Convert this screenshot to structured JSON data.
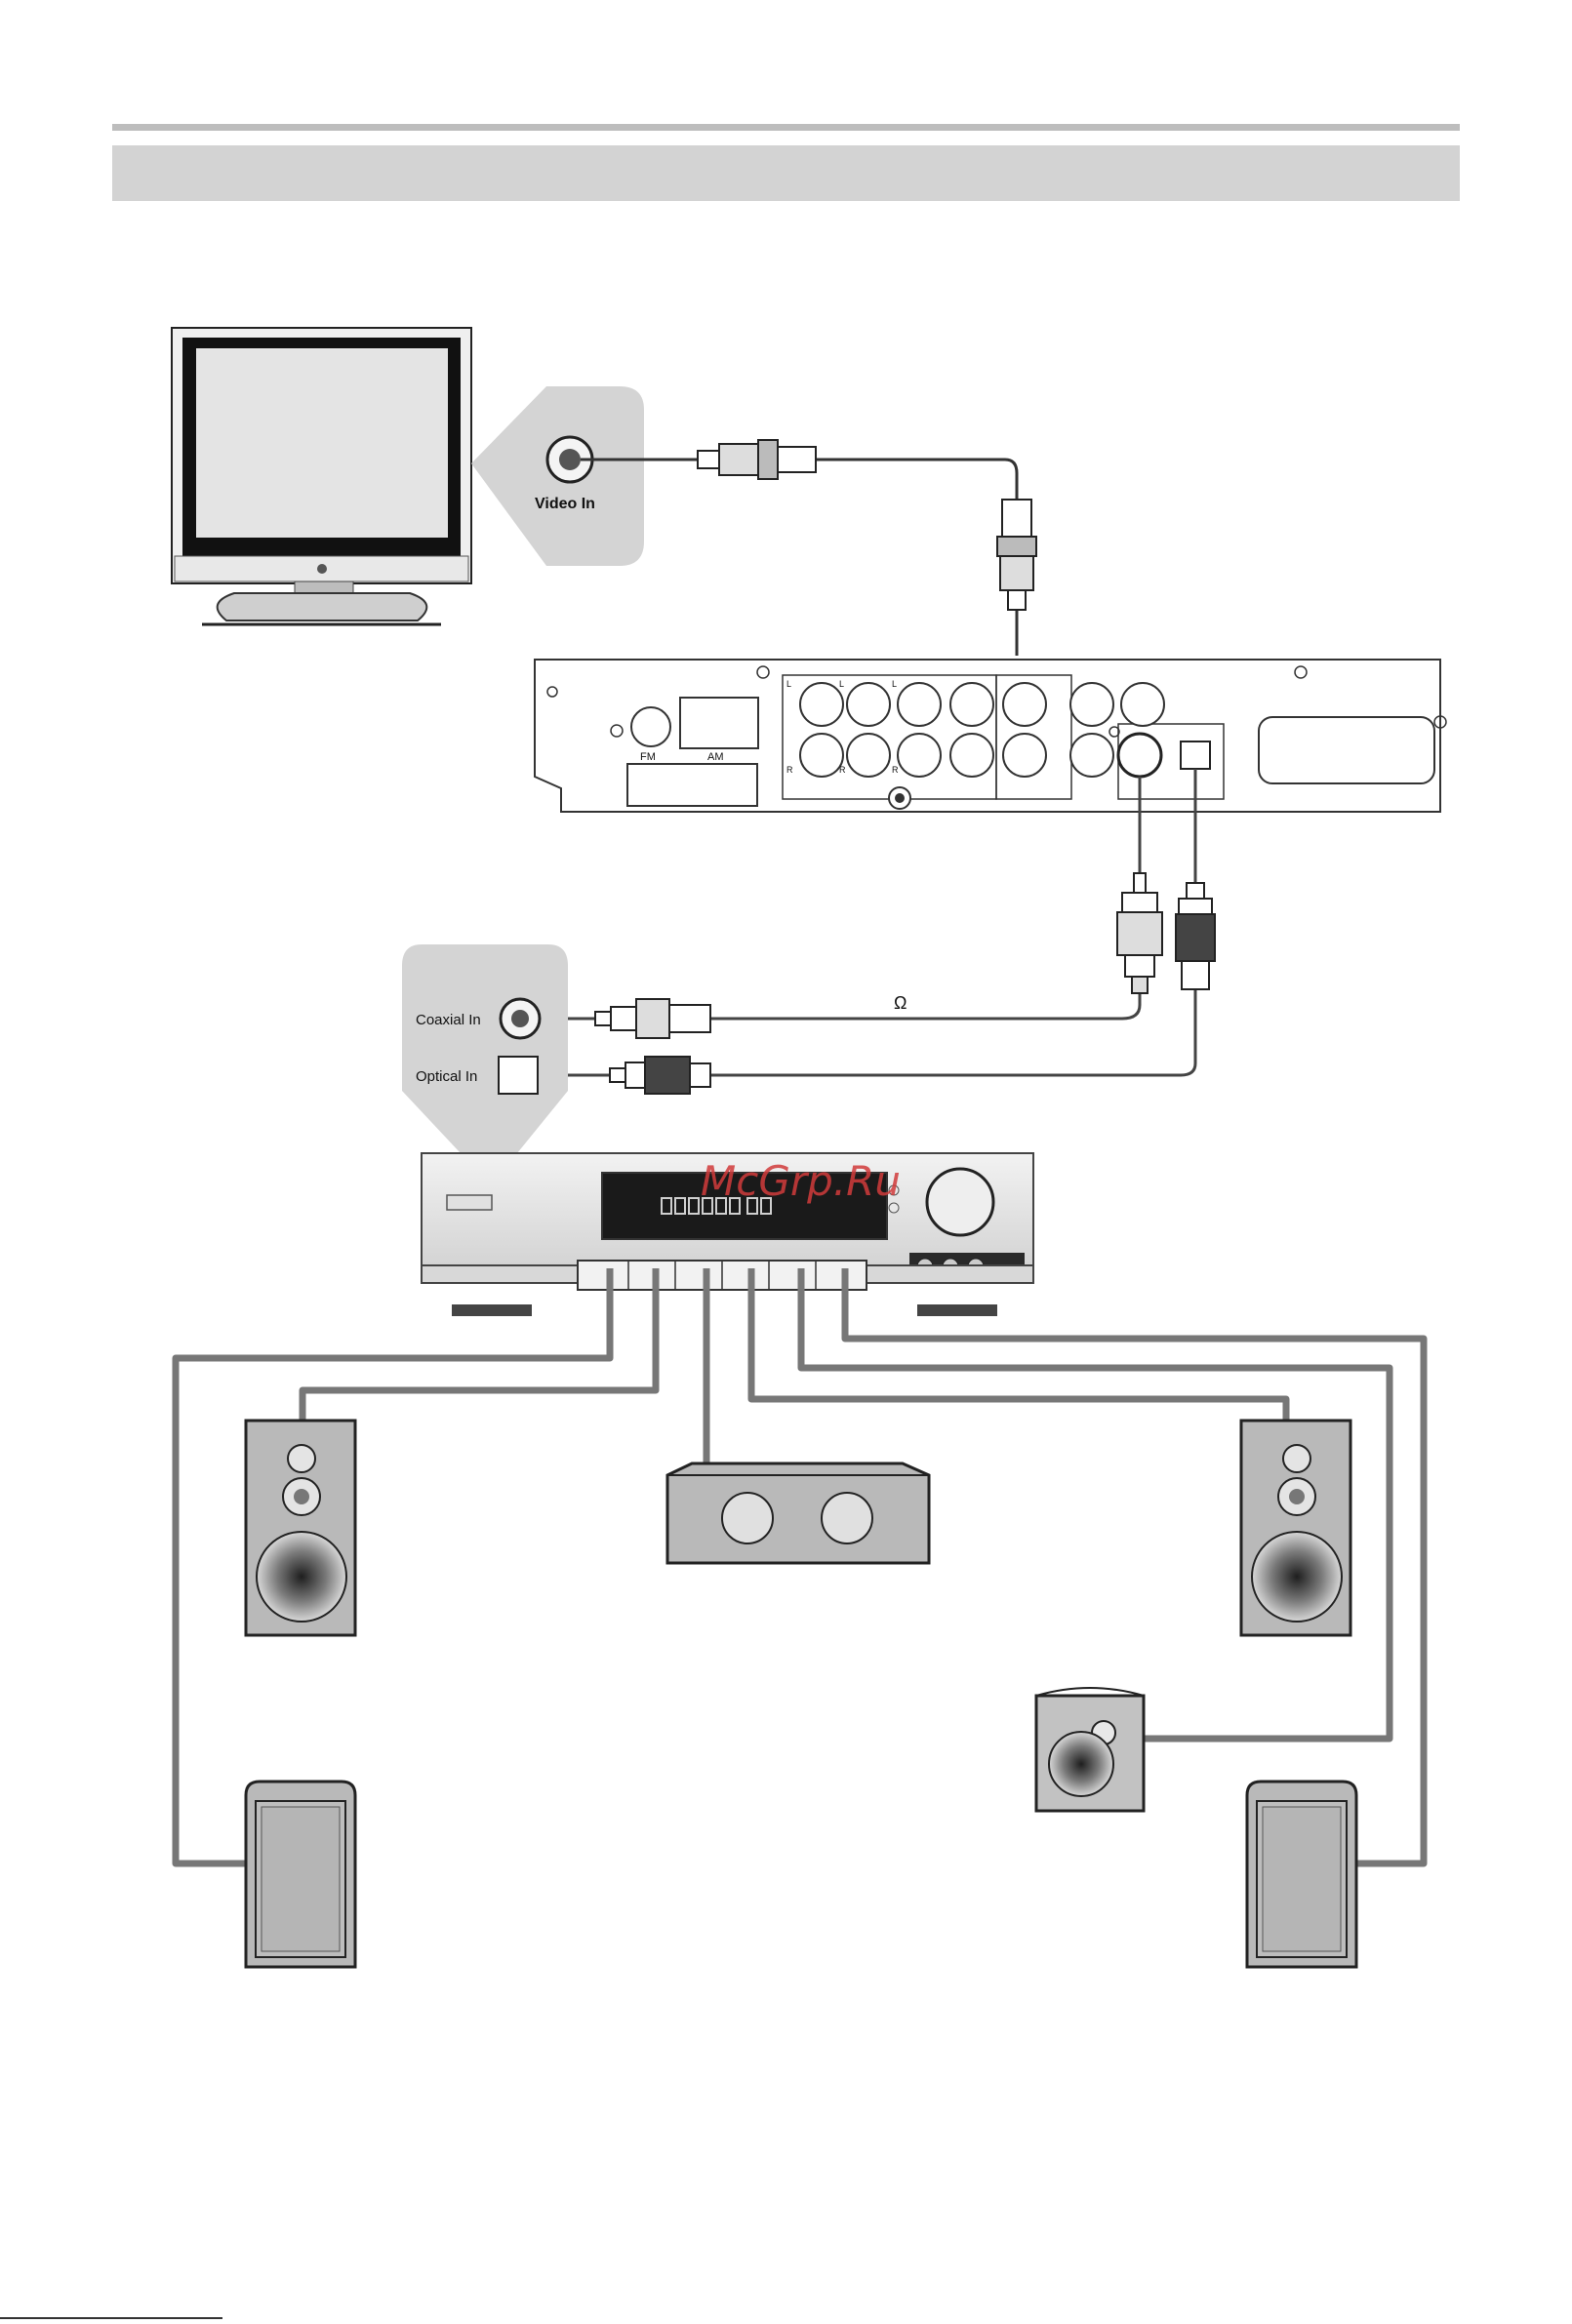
{
  "labels": {
    "video_in": "Video In",
    "fm": "FM",
    "am": "AM",
    "l_marks": [
      "L",
      "L",
      "L"
    ],
    "r_marks": [
      "R",
      "R",
      "R"
    ],
    "ohm": "Ω",
    "coaxial_in": "Coaxial In",
    "optical_in": "Optical In",
    "watermark": "McGrp.Ru"
  },
  "colors": {
    "header_rule": "#bdbdbd",
    "header_band": "#d3d3d3",
    "device_gray": "#cfcfcf",
    "speaker_gray": "#b9b9b9",
    "wire": "#777777",
    "watermark": "#d13b3b"
  },
  "icons": {
    "tv": "television-icon",
    "receiver": "av-receiver-icon",
    "speaker": "speaker-icon",
    "subwoofer": "subwoofer-icon"
  }
}
